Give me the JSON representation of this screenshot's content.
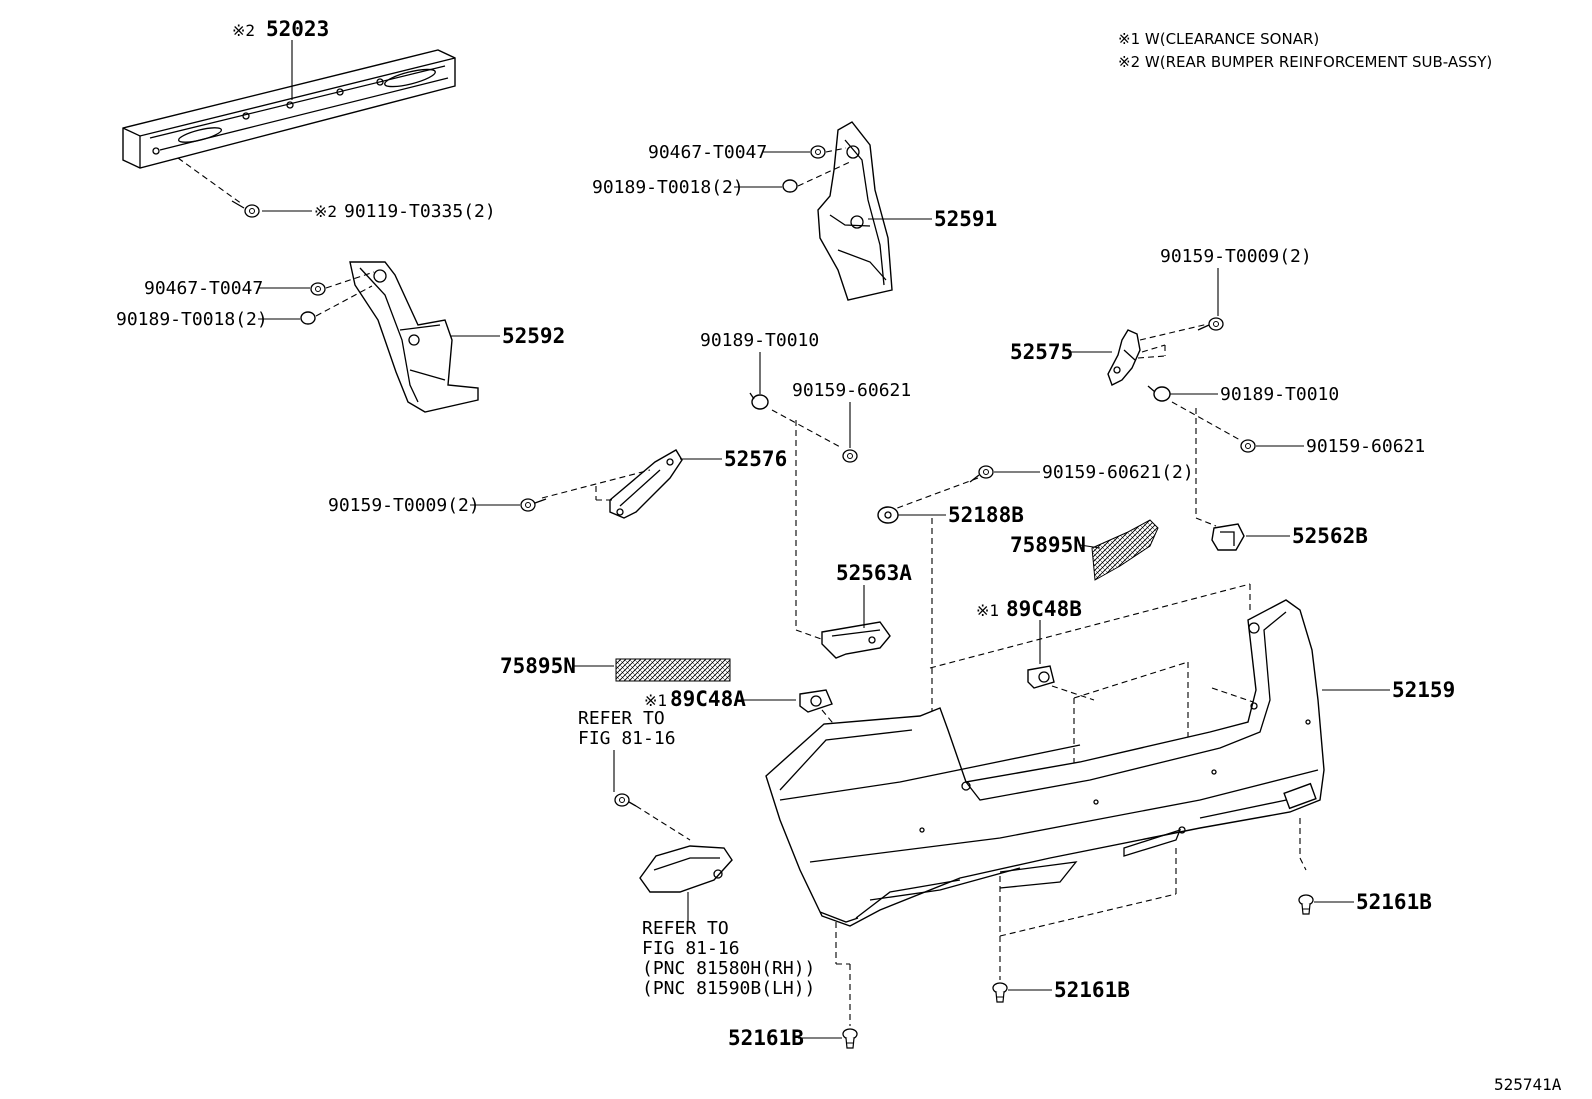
{
  "notes": [
    "※1 W(CLEARANCE SONAR)",
    "※2 W(REAR BUMPER REINFORCEMENT SUB-ASSY)"
  ],
  "figure_id": "525741A",
  "parts": {
    "p52023": "52023",
    "p52023_mark": "※2",
    "p90119": "90119-T0335(2)",
    "p90119_mark": "※2",
    "p90467_a": "90467-T0047",
    "p90189_a": "90189-T0018(2)",
    "p52591": "52591",
    "p90467_b": "90467-T0047",
    "p90189_b": "90189-T0018(2)",
    "p52592": "52592",
    "p90159_t_a": "90159-T0009(2)",
    "p52575": "52575",
    "p90189_t10_a": "90189-T0010",
    "p90159_6_a": "90159-60621",
    "p90189_t10_b": "90189-T0010",
    "p90159_6_b": "90159-60621",
    "p52576": "52576",
    "p90159_t_b": "90159-T0009(2)",
    "p90159_6_c": "90159-60621(2)",
    "p52188b": "52188B",
    "p52562b": "52562B",
    "p75895n_a": "75895N",
    "p52563a": "52563A",
    "p89c48b": "89C48B",
    "p89c48b_mark": "※1",
    "p75895n_b": "75895N",
    "p89c48a": "89C48A",
    "p89c48a_mark": "※1",
    "p52159": "52159",
    "p52161b_a": "52161B",
    "p52161b_b": "52161B",
    "p52161b_c": "52161B"
  },
  "refer_upper": [
    "REFER TO",
    "FIG 81-16"
  ],
  "refer_lower": [
    "REFER TO",
    "FIG 81-16",
    "(PNC 81580H(RH))",
    "(PNC 81590B(LH))"
  ]
}
